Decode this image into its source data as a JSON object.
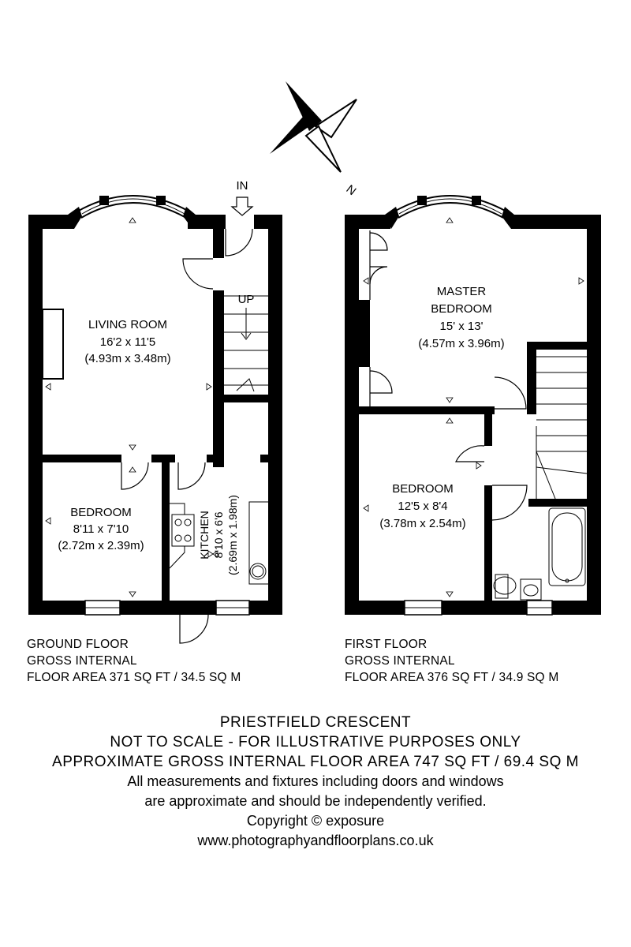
{
  "compass": {
    "label": "N"
  },
  "ground_floor": {
    "entry_label": "IN",
    "stairs_label": "UP",
    "rooms": [
      {
        "name": "LIVING ROOM",
        "size_imperial": "16'2 x 11'5",
        "size_metric": "(4.93m x 3.48m)"
      },
      {
        "name": "BEDROOM",
        "size_imperial": "8'11 x 7'10",
        "size_metric": "(2.72m x 2.39m)"
      },
      {
        "name": "KITCHEN",
        "size_imperial": "8'10 x 6'6",
        "size_metric": "(2.69m x 1.98m)"
      }
    ],
    "caption": [
      "GROUND FLOOR",
      "GROSS INTERNAL",
      "FLOOR AREA 371 SQ FT / 34.5 SQ M"
    ]
  },
  "first_floor": {
    "rooms": [
      {
        "name_line1": "MASTER",
        "name_line2": "BEDROOM",
        "size_imperial": "15' x 13'",
        "size_metric": "(4.57m x 3.96m)"
      },
      {
        "name": "BEDROOM",
        "size_imperial": "12'5 x 8'4",
        "size_metric": "(3.78m x 2.54m)"
      }
    ],
    "caption": [
      "FIRST FLOOR",
      "GROSS INTERNAL",
      "FLOOR AREA 376 SQ FT / 34.9 SQ M"
    ]
  },
  "footer": {
    "title": "PRIESTFIELD CRESCENT",
    "disclaimer": "NOT TO SCALE - FOR ILLUSTRATIVE PURPOSES ONLY",
    "total_area": "APPROXIMATE GROSS INTERNAL FLOOR AREA 747 SQ FT / 69.4 SQ M",
    "note_line1": "All measurements and fixtures including doors and windows",
    "note_line2": "are approximate and should be independently verified.",
    "copyright": "Copyright © exposure",
    "website": "www.photographyandfloorplans.co.uk"
  }
}
